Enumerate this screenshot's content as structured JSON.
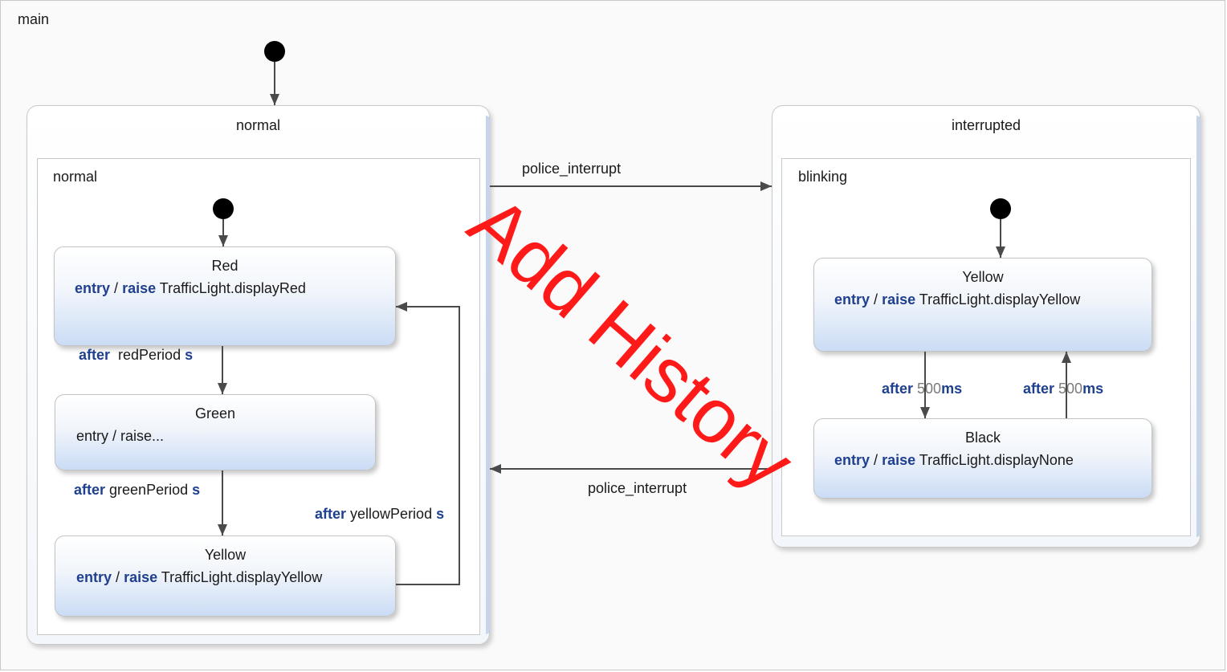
{
  "main": {
    "label": "main"
  },
  "normal_state": {
    "name": "normal",
    "region_name": "normal",
    "red": {
      "name": "Red",
      "entry_kw": "entry",
      "sep": "/",
      "raise_kw": "raise",
      "action": "TrafficLight.displayRed"
    },
    "green": {
      "name": "Green",
      "action_text": "entry / raise..."
    },
    "yellow": {
      "name": "Yellow",
      "entry_kw": "entry",
      "sep": "/",
      "raise_kw": "raise",
      "action": "TrafficLight.displayYellow"
    },
    "t_red_green": {
      "after_kw": "after",
      "period": "redPeriod",
      "unit": "s"
    },
    "t_green_yellow": {
      "after_kw": "after",
      "period": "greenPeriod",
      "unit": "s"
    },
    "t_yellow_red": {
      "after_kw": "after",
      "period": "yellowPeriod",
      "unit": "s"
    }
  },
  "interrupted_state": {
    "name": "interrupted",
    "region_name": "blinking",
    "yellow": {
      "name": "Yellow",
      "entry_kw": "entry",
      "sep": "/",
      "raise_kw": "raise",
      "action": "TrafficLight.displayYellow"
    },
    "black": {
      "name": "Black",
      "entry_kw": "entry",
      "sep": "/",
      "raise_kw": "raise",
      "action": "TrafficLight.displayNone"
    },
    "t_yellow_black": {
      "after_kw": "after",
      "value": "500",
      "unit": "ms"
    },
    "t_black_yellow": {
      "after_kw": "after",
      "value": "500",
      "unit": "ms"
    }
  },
  "transitions": {
    "to_interrupted": "police_interrupt",
    "to_normal": "police_interrupt"
  },
  "watermark": "Add History",
  "colors": {
    "keyword": "#1f3f8f",
    "watermark": "#ff1a1a",
    "state_gradient_bottom": "#cbdcf5"
  }
}
